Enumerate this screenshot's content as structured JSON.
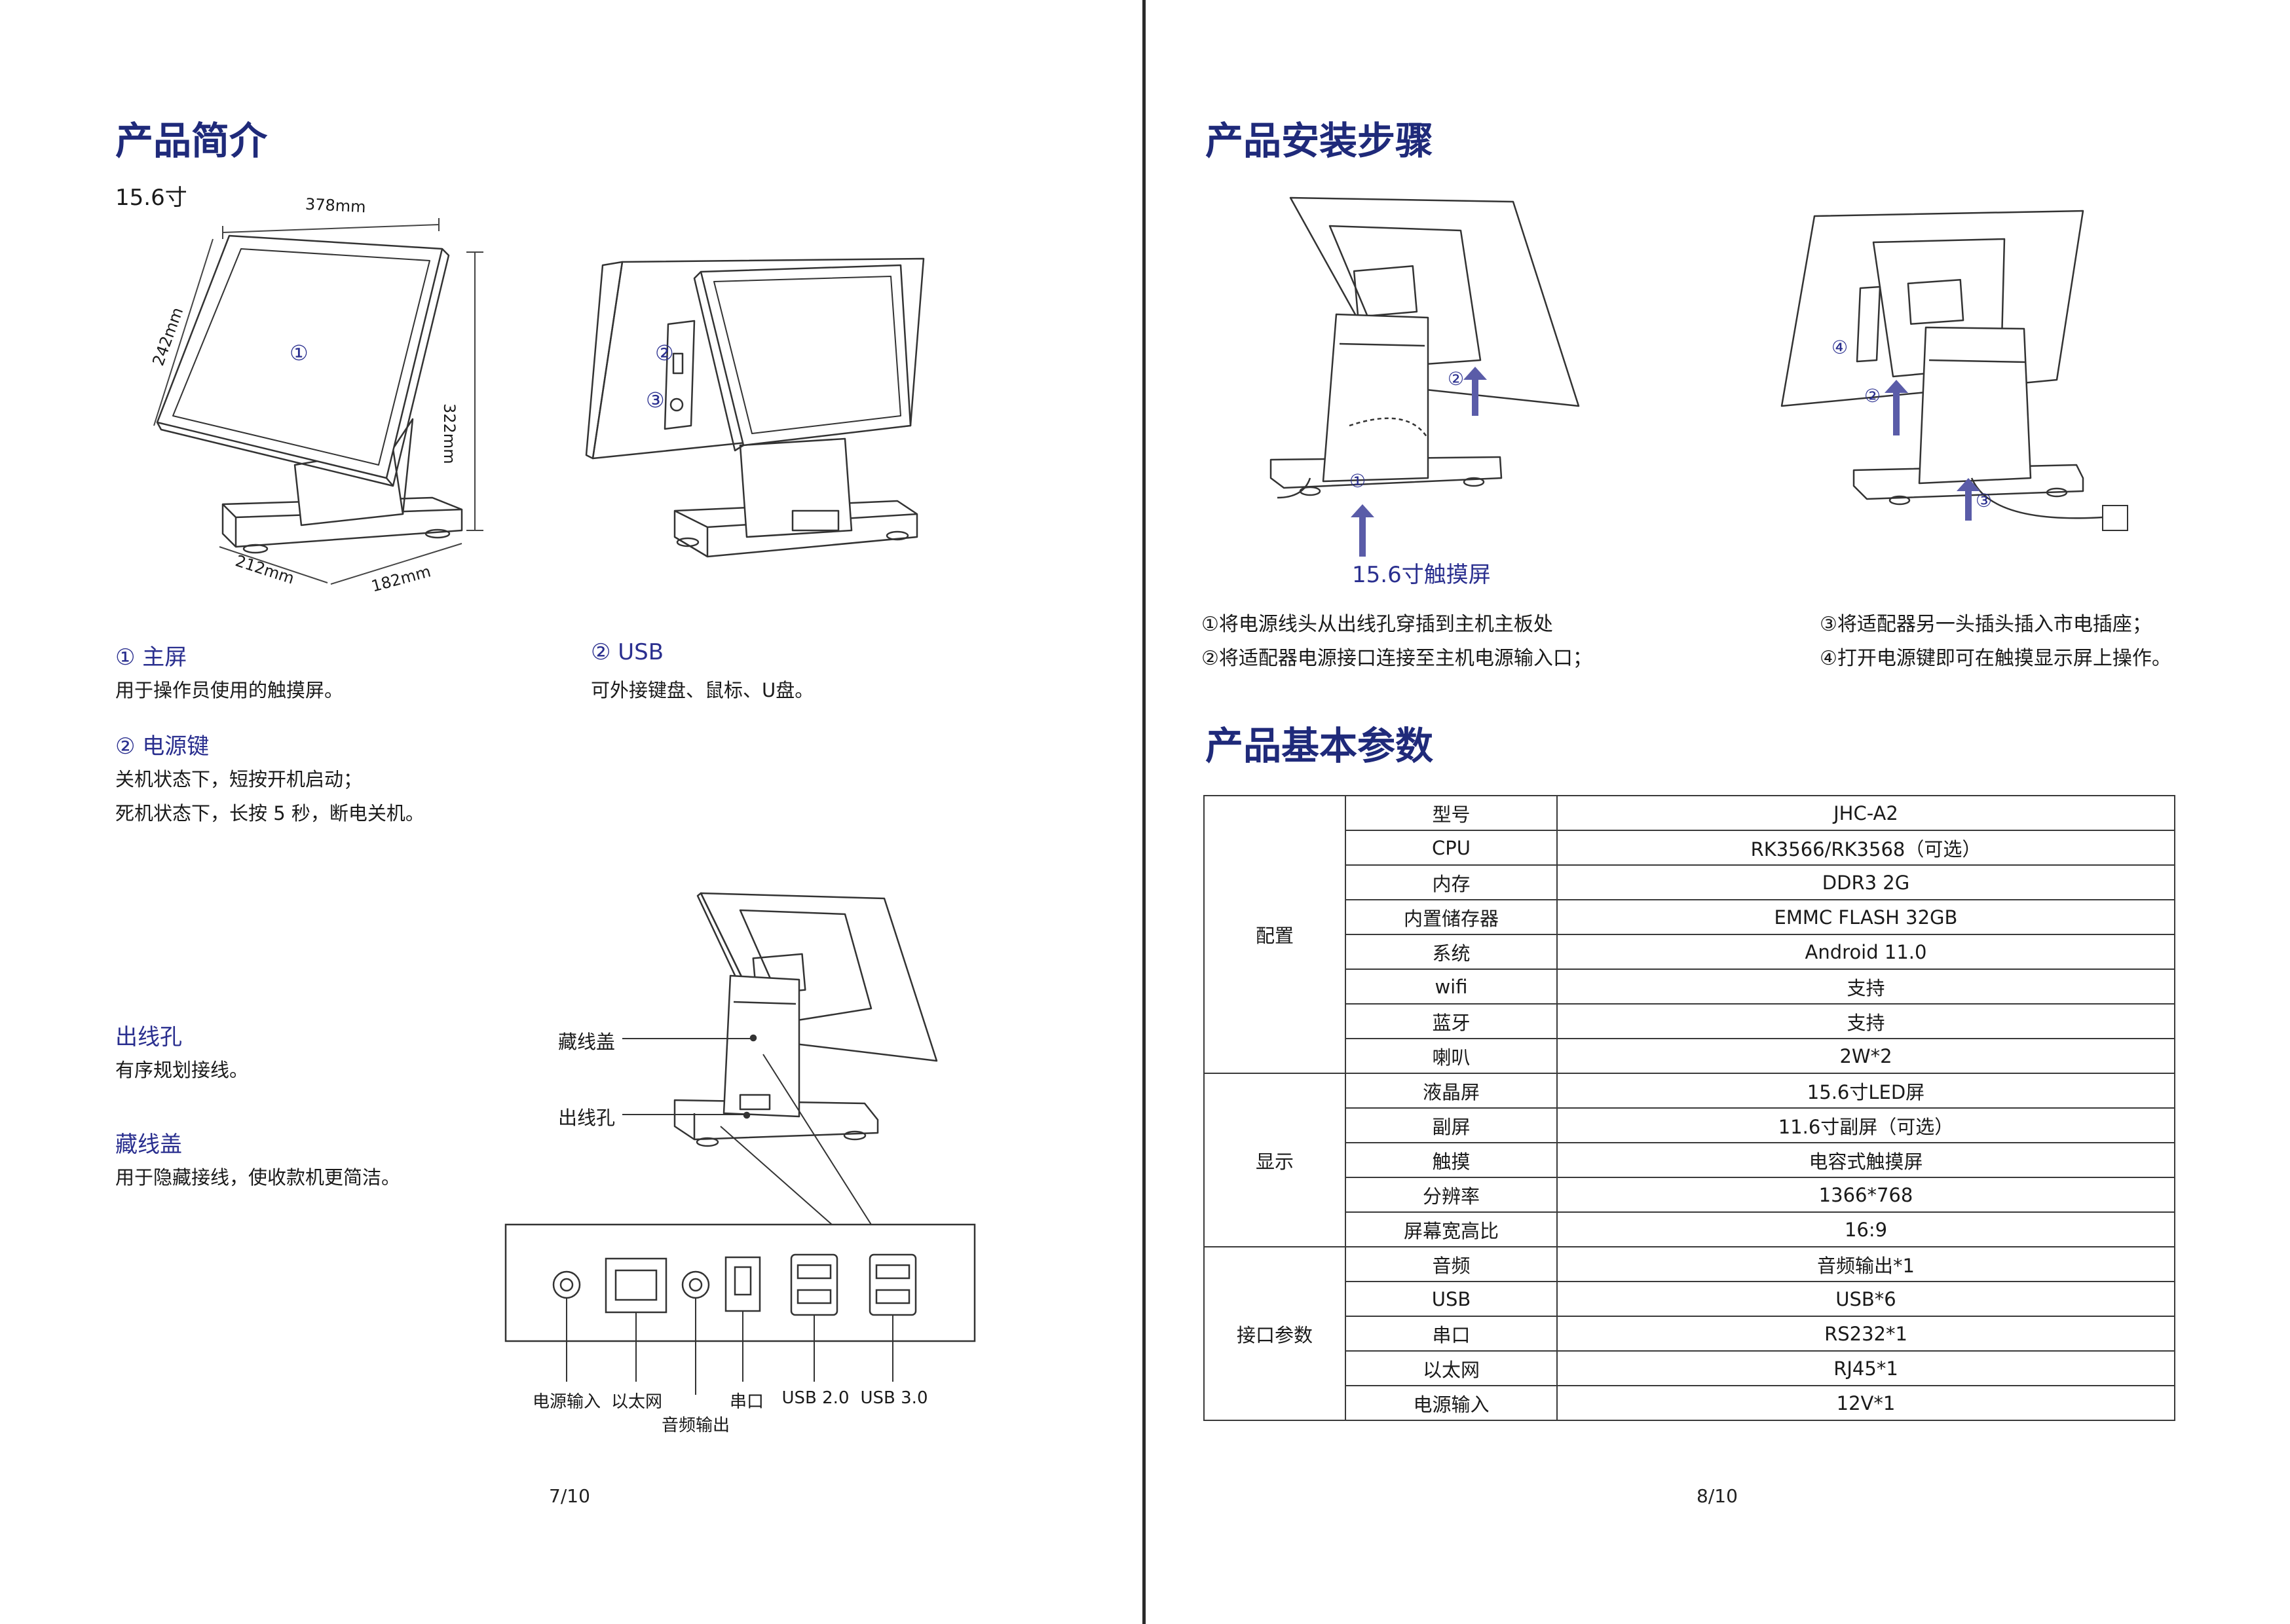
{
  "left_page": {
    "title": "产品简介",
    "size_label": "15.6寸",
    "dimensions": {
      "width": "378mm",
      "depth": "242mm",
      "height": "322mm",
      "base_width": "212mm",
      "base_depth": "182mm"
    },
    "markers": {
      "m1": "①",
      "m2": "②",
      "m3": "③"
    },
    "features": [
      {
        "heading": "① 主屏",
        "lines": [
          "用于操作员使用的触摸屏。"
        ]
      },
      {
        "heading": "② USB",
        "lines": [
          "可外接键盘、鼠标、U盘。"
        ]
      },
      {
        "heading": "② 电源键",
        "lines": [
          "关机状态下，短按开机启动；",
          "死机状态下，长按 5 秒，断电关机。"
        ]
      },
      {
        "heading": "出线孔",
        "lines": [
          "有序规划接线。"
        ]
      },
      {
        "heading": "藏线盖",
        "lines": [
          "用于隐藏接线，使收款机更简洁。"
        ]
      }
    ],
    "callouts": {
      "cover": "藏线盖",
      "outlet": "出线孔"
    },
    "ports": [
      "电源输入",
      "以太网",
      "音频输出",
      "串口",
      "USB 2.0",
      "USB 3.0"
    ],
    "page_number": "7/10"
  },
  "right_page": {
    "title": "产品安装步骤",
    "install_caption": "15.6寸触摸屏",
    "step_markers": {
      "s1": "①",
      "s2": "②",
      "s3": "③",
      "s4": "④"
    },
    "steps": [
      "①将电源线头从出线孔穿插到主机主板处",
      "②将适配器电源接口连接至主机电源输入口；",
      "③将适配器另一头插头插入市电插座；",
      "④打开电源键即可在触摸显示屏上操作。"
    ],
    "spec_title": "产品基本参数",
    "spec_groups": [
      {
        "group": "配置",
        "rows": [
          {
            "key": "型号",
            "value": "JHC-A2"
          },
          {
            "key": "CPU",
            "value": "RK3566/RK3568（可选）"
          },
          {
            "key": "内存",
            "value": "DDR3 2G"
          },
          {
            "key": "内置储存器",
            "value": "EMMC FLASH 32GB"
          },
          {
            "key": "系统",
            "value": "Android 11.0"
          },
          {
            "key": "wifi",
            "value": "支持"
          },
          {
            "key": "蓝牙",
            "value": "支持"
          },
          {
            "key": "喇叭",
            "value": "2W*2"
          }
        ]
      },
      {
        "group": "显示",
        "rows": [
          {
            "key": "液晶屏",
            "value": "15.6寸LED屏"
          },
          {
            "key": "副屏",
            "value": "11.6寸副屏（可选）"
          },
          {
            "key": "触摸",
            "value": "电容式触摸屏"
          },
          {
            "key": "分辨率",
            "value": "1366*768"
          },
          {
            "key": "屏幕宽高比",
            "value": "16:9"
          }
        ]
      },
      {
        "group": "接口参数",
        "rows": [
          {
            "key": "音频",
            "value": "音频输出*1"
          },
          {
            "key": "USB",
            "value": "USB*6"
          },
          {
            "key": "串口",
            "value": "RS232*1"
          },
          {
            "key": "以太网",
            "value": "RJ45*1"
          },
          {
            "key": "电源输入",
            "value": "12V*1"
          }
        ]
      }
    ],
    "page_number": "8/10"
  },
  "colors": {
    "heading": "#1f2a7a",
    "accent": "#2a2f8f",
    "line": "#3a3a3a",
    "arrow": "#5a5ca8"
  }
}
